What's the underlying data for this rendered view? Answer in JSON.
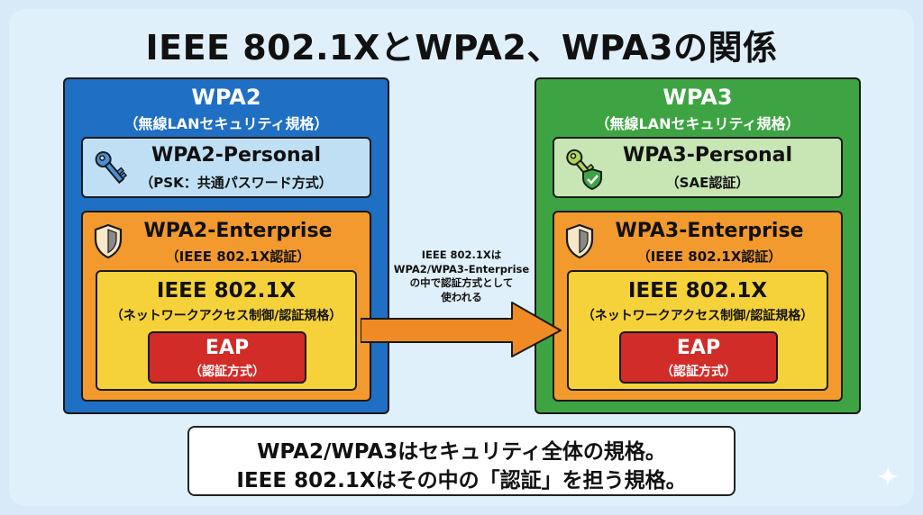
{
  "title": "IEEE 802.1XとWPA2、WPA3の関係",
  "wpa2": {
    "title": "WPA2",
    "subtitle": "（無線LANセキュリティ規格）",
    "personal": {
      "title": "WPA2-Personal",
      "subtitle": "（PSK：共通パスワード方式）"
    },
    "enterprise": {
      "title": "WPA2-Enterprise",
      "subtitle": "（IEEE 802.1X認証）"
    },
    "ieee": {
      "title": "IEEE 802.1X",
      "subtitle": "（ネットワークアクセス制御/認証規格）"
    },
    "eap": {
      "title": "EAP",
      "subtitle": "（認証方式）"
    }
  },
  "wpa3": {
    "title": "WPA3",
    "subtitle": "（無線LANセキュリティ規格）",
    "personal": {
      "title": "WPA3-Personal",
      "subtitle": "（SAE認証）"
    },
    "enterprise": {
      "title": "WPA3-Enterprise",
      "subtitle": "（IEEE 802.1X認証）"
    },
    "ieee": {
      "title": "IEEE 802.1X",
      "subtitle": "（ネットワークアクセス制御/認証規格）"
    },
    "eap": {
      "title": "EAP",
      "subtitle": "（認証方式）"
    }
  },
  "arrow_note": {
    "line1": "IEEE 802.1Xは",
    "line2": "WPA2/WPA3-Enterprise",
    "line3": "の中で認証方式として",
    "line4": "使われる"
  },
  "summary": {
    "line1": "WPA2/WPA3はセキュリティ全体の規格。",
    "line2": "IEEE 802.1Xはその中の「認証」を担う規格。"
  },
  "colors": {
    "wpa2_blue": "#1f6fc4",
    "wpa3_green": "#3ea443",
    "enterprise_orange": "#f29a2e",
    "ieee_yellow": "#f6d23a",
    "eap_red": "#d12c28",
    "arrow_orange": "#f08a24"
  },
  "icons": [
    "key-icon",
    "shield-icon",
    "key-shield-icon",
    "sparkle-icon"
  ]
}
